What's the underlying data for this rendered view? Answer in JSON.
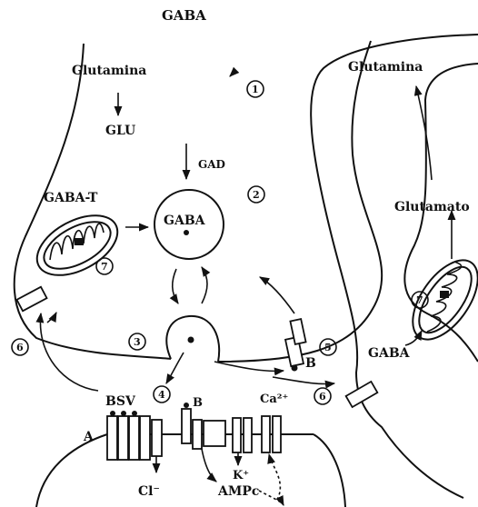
{
  "diagram": {
    "title": "GABA",
    "labels": {
      "glutamina_presyn": "Glutamina",
      "glutamina_glia": "Glutamina",
      "glu": "GLU",
      "gad": "GAD",
      "gaba_t": "GABA-T",
      "gaba_vesicle": "GABA",
      "glutamato": "Glutamato",
      "gaba_glia": "GABA",
      "bsv": "BSV",
      "receptor_a": "A",
      "receptor_b_post": "B",
      "receptor_b_pre": "B",
      "ca": "Ca²⁺",
      "cl": "Cl⁻",
      "k": "K⁺",
      "ampc": "AMPc"
    },
    "steps": [
      "1",
      "2",
      "3",
      "4",
      "5",
      "6",
      "6",
      "7",
      "7"
    ]
  }
}
